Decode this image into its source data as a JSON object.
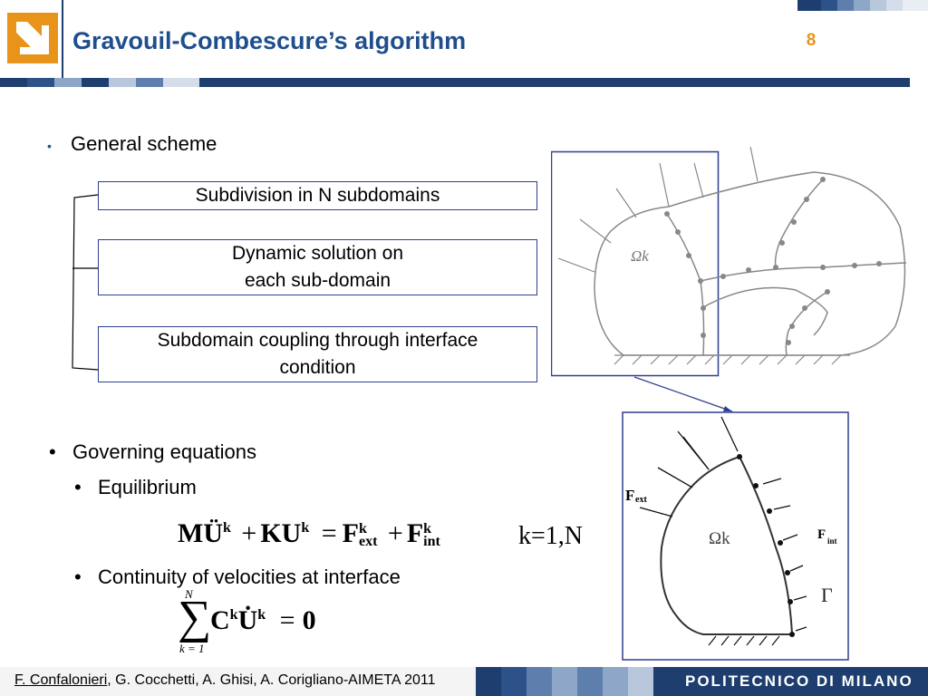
{
  "header": {
    "title": "Gravouil-Combescure’s algorithm",
    "page_number": "8"
  },
  "bullets": {
    "general_scheme": "General scheme",
    "governing_equations": "Governing equations",
    "equilibrium": "Equilibrium",
    "continuity": "Continuity of velocities at interface"
  },
  "scheme_boxes": {
    "box1": "Subdivision in N subdomains",
    "box2_line1": "Dynamic solution on",
    "box2_line2": "each sub-domain",
    "box3_line1": "Subdomain coupling through interface",
    "box3_line2": "condition"
  },
  "equations": {
    "M": "M",
    "U_ddot": "Ü",
    "k": "k",
    "plus": "+",
    "KU": "KU",
    "equals": "=",
    "F": "F",
    "ext": "ext",
    "int": "int",
    "range": "k=1,N",
    "sum_upper": "N",
    "sum_lower": "k = 1",
    "C": "C",
    "U_dot": "U̇",
    "zero": "0"
  },
  "diagram_labels": {
    "omega_k": "Ωk",
    "f_ext": "F",
    "f_ext_sub": "ext",
    "f_int": "F",
    "f_int_sub": "int",
    "gamma": "Γ"
  },
  "footer": {
    "author_first": "F. Confalonieri",
    "authors_rest": ", G. Cocchetti, A. Ghisi, A. Corigliano-AIMETA 2011",
    "institution": "POLITECNICO DI MILANO"
  },
  "colors": {
    "title_blue": "#1f4e8c",
    "accent_orange": "#e8941a",
    "navy": "#1d3e6e",
    "box_border": "#2e3f8f"
  }
}
